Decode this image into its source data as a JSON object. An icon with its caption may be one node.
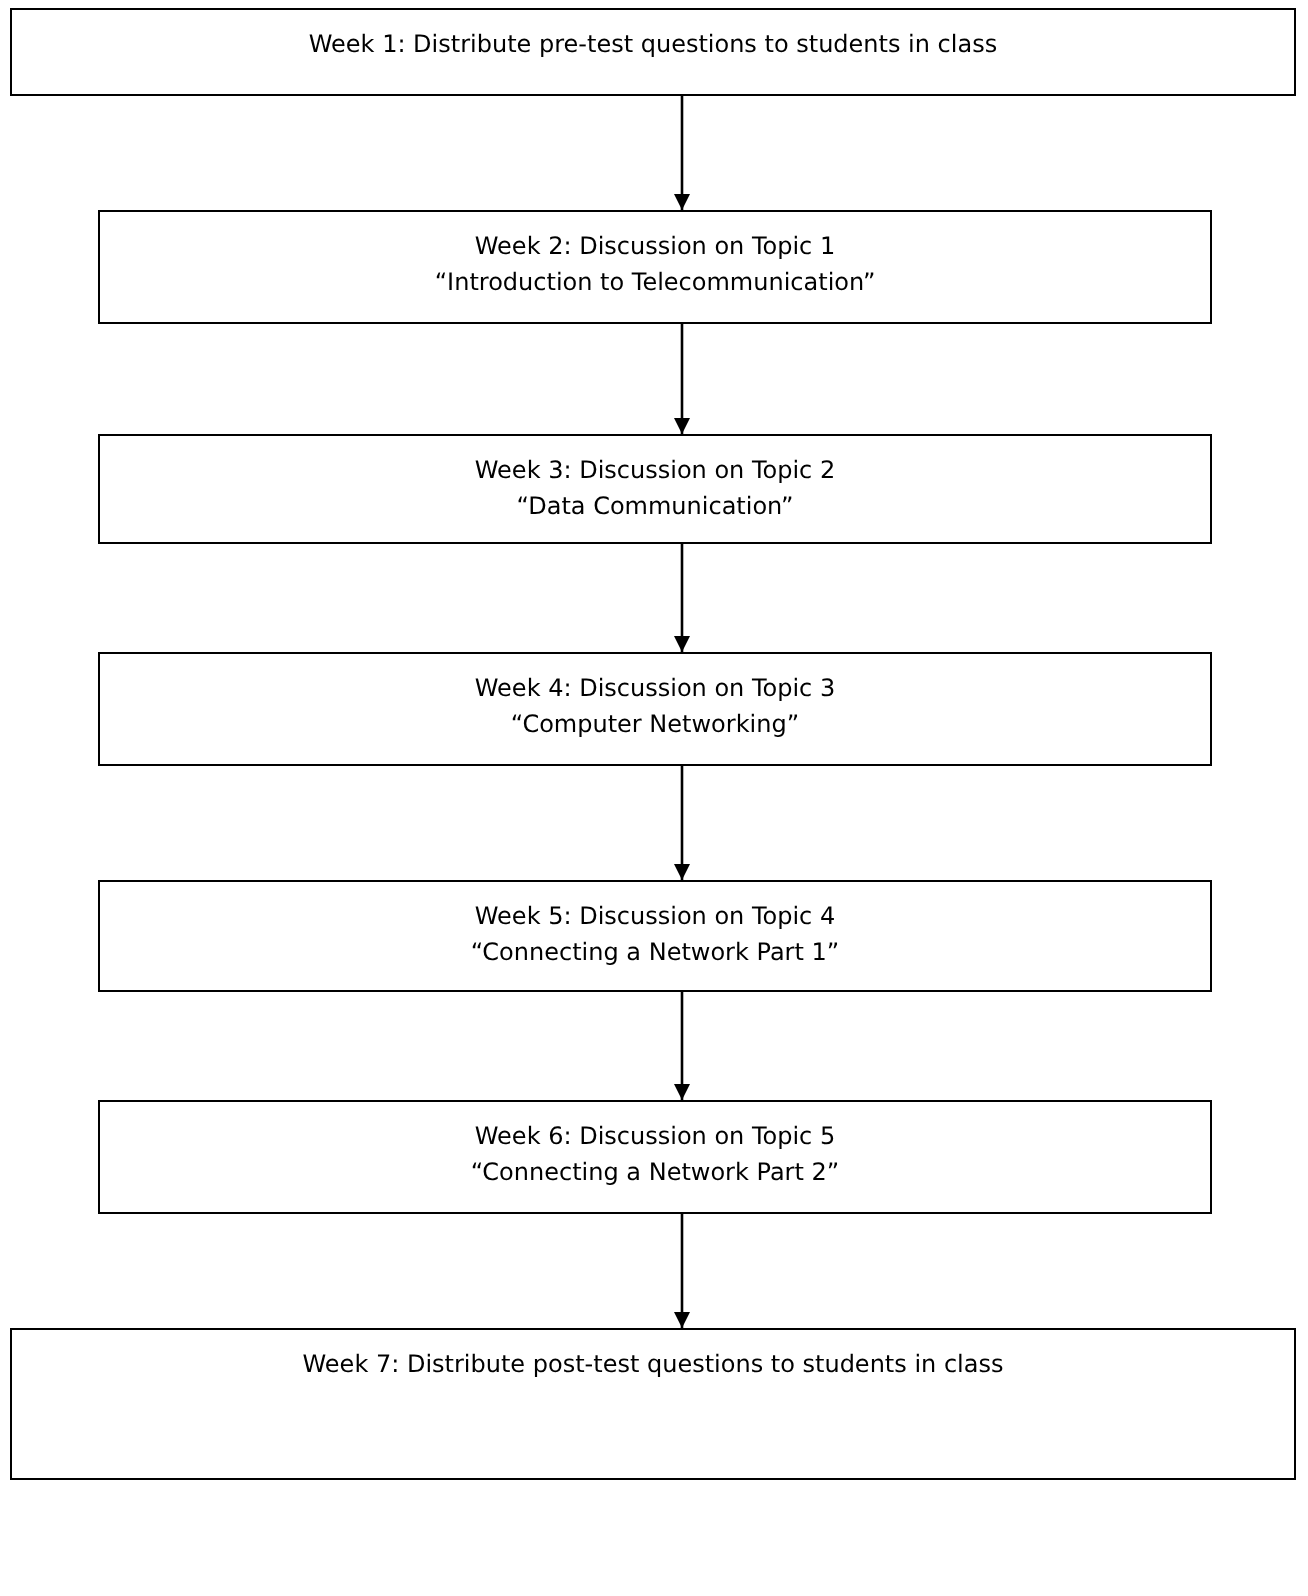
{
  "diagram": {
    "nodes": [
      {
        "text": [
          "Week 1: Distribute pre-test questions to students in class"
        ]
      },
      {
        "text": [
          "Week 2: Discussion on Topic 1",
          "“Introduction to Telecommunication”"
        ]
      },
      {
        "text": [
          "Week 3: Discussion on Topic 2",
          "“Data Communication”"
        ]
      },
      {
        "text": [
          "Week 4: Discussion on Topic 3",
          "“Computer Networking”"
        ]
      },
      {
        "text": [
          "Week 5: Discussion on Topic 4",
          "“Connecting a Network Part 1”"
        ]
      },
      {
        "text": [
          "Week 6: Discussion on Topic 5",
          "“Connecting a Network Part 2”"
        ]
      },
      {
        "text": [
          "Week 7: Distribute post-test questions to students in class"
        ]
      }
    ],
    "edges": [
      {
        "from": 0,
        "to": 1,
        "arrow": "to"
      },
      {
        "from": 1,
        "to": 2,
        "arrow": "to"
      },
      {
        "from": 2,
        "to": 3,
        "arrow": "to"
      },
      {
        "from": 3,
        "to": 4,
        "arrow": "to"
      },
      {
        "from": 4,
        "to": 5,
        "arrow": "to"
      },
      {
        "from": 5,
        "to": 6,
        "arrow": "to"
      }
    ]
  }
}
